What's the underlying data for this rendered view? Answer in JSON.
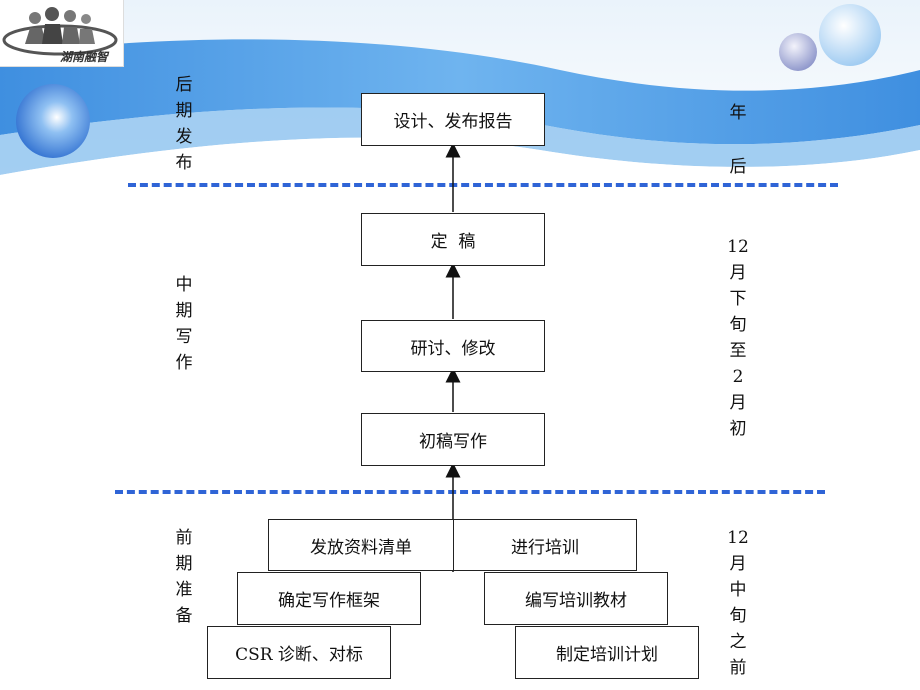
{
  "logo": {
    "text": "湖南融智"
  },
  "phases": {
    "late": "后期发布",
    "mid": "中期写作",
    "early": "前期准备"
  },
  "timeline": {
    "late": "年后",
    "mid": "12月下旬至2月初",
    "early": "12月中旬之前"
  },
  "boxes": {
    "publish": "设计、发布报告",
    "finalize": "定  稿",
    "revise": "研讨、修改",
    "draft": "初稿写作",
    "distribute": "发放资料清单",
    "training": "进行培训",
    "framework": "确定写作框架",
    "materials": "编写培训教材",
    "diagnosis": "CSR 诊断、对标",
    "plan": "制定培训计划"
  },
  "colors": {
    "dash": "#2f64d6",
    "banner": "#5aa6e6"
  }
}
